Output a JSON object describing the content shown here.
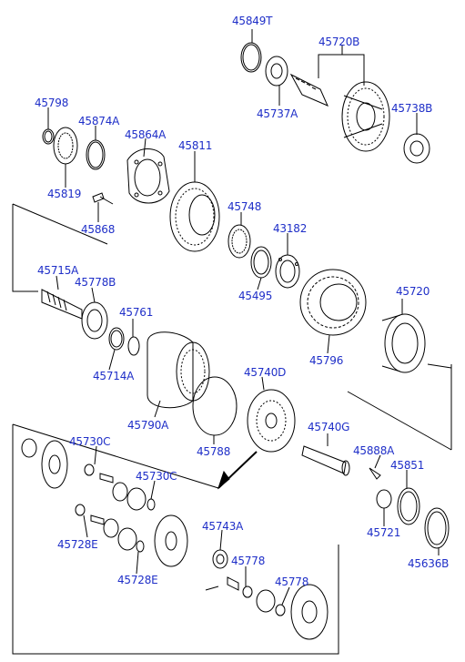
{
  "diagram": {
    "parts": [
      {
        "id": "p45849T",
        "number": "45849T"
      },
      {
        "id": "p45720B",
        "number": "45720B"
      },
      {
        "id": "p45737A",
        "number": "45737A"
      },
      {
        "id": "p45738B",
        "number": "45738B"
      },
      {
        "id": "p45798",
        "number": "45798"
      },
      {
        "id": "p45874A",
        "number": "45874A"
      },
      {
        "id": "p45864A",
        "number": "45864A"
      },
      {
        "id": "p45811",
        "number": "45811"
      },
      {
        "id": "p45819",
        "number": "45819"
      },
      {
        "id": "p45868",
        "number": "45868"
      },
      {
        "id": "p45748",
        "number": "45748"
      },
      {
        "id": "p43182",
        "number": "43182"
      },
      {
        "id": "p45495",
        "number": "45495"
      },
      {
        "id": "p45715A",
        "number": "45715A"
      },
      {
        "id": "p45778B",
        "number": "45778B"
      },
      {
        "id": "p45761",
        "number": "45761"
      },
      {
        "id": "p45714A",
        "number": "45714A"
      },
      {
        "id": "p45720",
        "number": "45720"
      },
      {
        "id": "p45796",
        "number": "45796"
      },
      {
        "id": "p45740D",
        "number": "45740D"
      },
      {
        "id": "p45790A",
        "number": "45790A"
      },
      {
        "id": "p45788",
        "number": "45788"
      },
      {
        "id": "p45740G",
        "number": "45740G"
      },
      {
        "id": "p45730C_a",
        "number": "45730C"
      },
      {
        "id": "p45888A",
        "number": "45888A"
      },
      {
        "id": "p45730C_b",
        "number": "45730C"
      },
      {
        "id": "p45851",
        "number": "45851"
      },
      {
        "id": "p45743A",
        "number": "45743A"
      },
      {
        "id": "p45728E_a",
        "number": "45728E"
      },
      {
        "id": "p45721",
        "number": "45721"
      },
      {
        "id": "p45728E_b",
        "number": "45728E"
      },
      {
        "id": "p45778_a",
        "number": "45778"
      },
      {
        "id": "p45636B",
        "number": "45636B"
      },
      {
        "id": "p45778_b",
        "number": "45778"
      }
    ]
  }
}
